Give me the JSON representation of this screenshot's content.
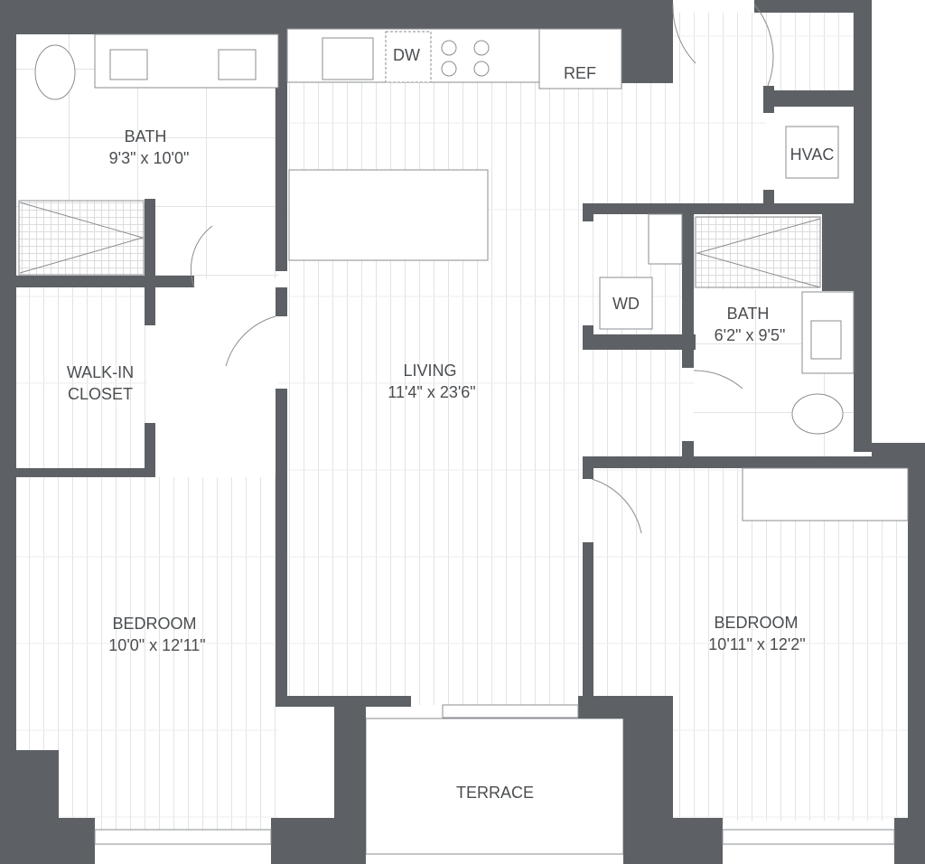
{
  "plan": {
    "rooms": {
      "bath1": {
        "name": "BATH",
        "size": "9'3\" x 10'0\""
      },
      "closet": {
        "name_line1": "WALK-IN",
        "name_line2": "CLOSET"
      },
      "living": {
        "name": "LIVING",
        "size": "11'4\" x 23'6\""
      },
      "bedroom1": {
        "name": "BEDROOM",
        "size": "10'0\" x 12'11\""
      },
      "bedroom2": {
        "name": "BEDROOM",
        "size": "10'11\" x 12'2\""
      },
      "bath2": {
        "name": "BATH",
        "size": "6'2\" x 9'5\""
      },
      "terrace": {
        "name": "TERRACE"
      }
    },
    "fixtures": {
      "dishwasher": "DW",
      "refrigerator": "REF",
      "hvac": "HVAC",
      "washer_dryer": "WD"
    },
    "colors": {
      "wall": "#5d6165",
      "line": "#8a8d90",
      "text": "#4a4d50"
    }
  }
}
